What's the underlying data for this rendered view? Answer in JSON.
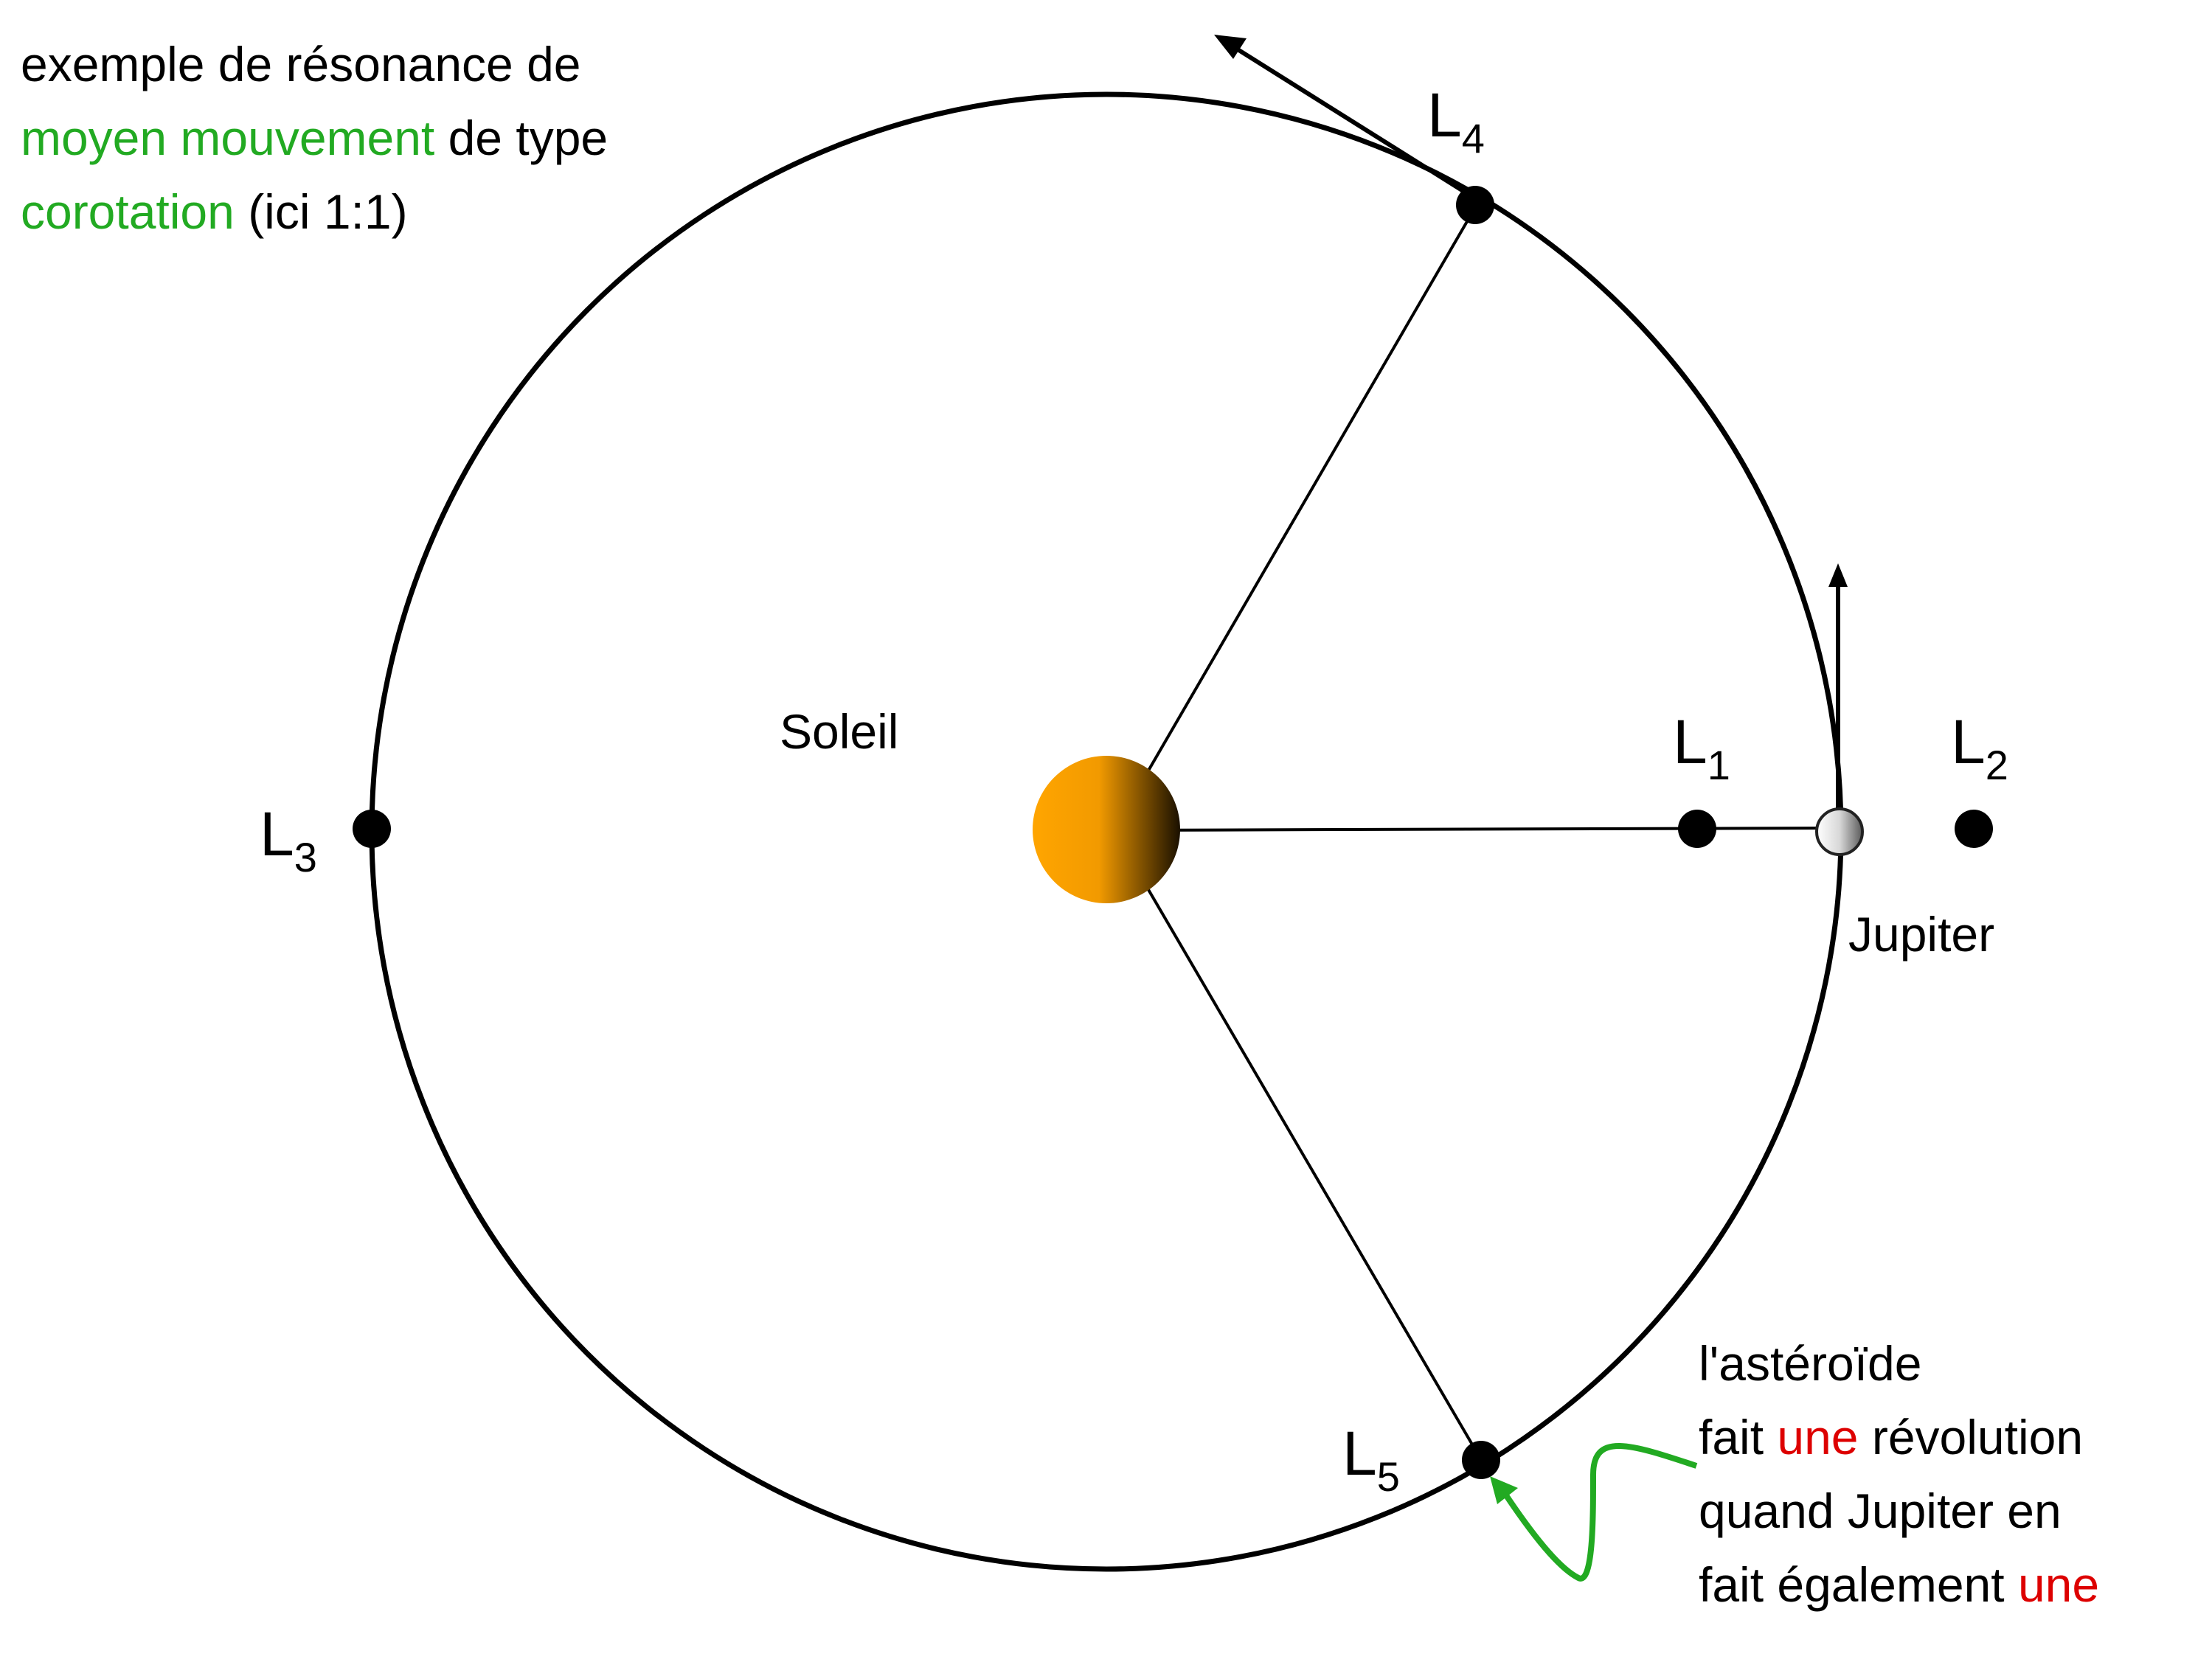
{
  "colors": {
    "ink": "#000000",
    "green": "#22aa22",
    "red": "#dd0000",
    "sun_light": "#ffa500",
    "sun_dark": "#1a1000"
  },
  "title": {
    "line1": "exemple de résonance de",
    "line2_green": "moyen mouvement",
    "line2_rest": " de type",
    "line3_green": "corotation",
    "line3_rest": " (ici 1:1)"
  },
  "bodies": {
    "sun": "Soleil",
    "planet": "Jupiter"
  },
  "lagrange_points": [
    {
      "letter": "L",
      "sub": "1"
    },
    {
      "letter": "L",
      "sub": "2"
    },
    {
      "letter": "L",
      "sub": "3"
    },
    {
      "letter": "L",
      "sub": "4"
    },
    {
      "letter": "L",
      "sub": "5"
    }
  ],
  "note": {
    "line1": "l'astéroïde",
    "line2_a": "fait ",
    "line2_red": "une",
    "line2_b": " révolution",
    "line3": "quand Jupiter en",
    "line4_a": "fait également ",
    "line4_red": "une"
  }
}
